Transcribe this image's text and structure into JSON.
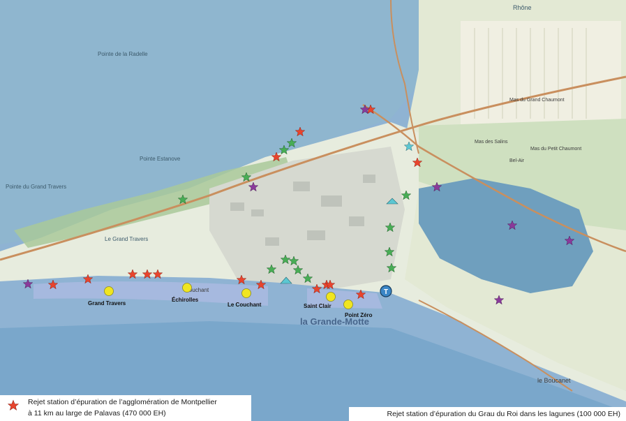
{
  "places": {
    "ponte_radelle": "Pointe de la Radelle",
    "pointe_estanove": "Pointe Estanove",
    "pointe_grand_travers": "Pointe du Grand Travers",
    "grand_travers_area": "Le Grand Travers",
    "rhone": "Rhône",
    "mas_grand_chaumont": "Mas du Grand Chaumont",
    "mas_petit_chaumont": "Mas du Petit Chaumont",
    "mas_salins": "Mas des Salins",
    "bel_air": "Bel-Air",
    "boucanet": "le Boucanet",
    "grande_motte": "la Grande-Motte",
    "couchant_map": "Couchant"
  },
  "beaches": [
    {
      "id": "grand-travers",
      "label": "Grand Travers"
    },
    {
      "id": "echirolles",
      "label": "Échirolles"
    },
    {
      "id": "le-couchant",
      "label": "Le Couchant"
    },
    {
      "id": "saint-clair",
      "label": "Saint Clair"
    },
    {
      "id": "point-zero",
      "label": "Point Zéro"
    }
  ],
  "legend": {
    "red_star_line1": "Rejet station d’épuration de l’agglomération de Montpellier",
    "red_star_line2": "à 11 km au large de Palavas (470 000 EH)",
    "right_caption": "Rejet station d’épuration du Grau du Roi dans les lagunes (100 000 EH)"
  },
  "colors": {
    "sea": "#8fb3d3",
    "lagoon": "#6f9fbe",
    "land": "#e7ecde",
    "green_land": "#a9c99a",
    "beach_zone": "#a9b9e0",
    "road": "#c98f5e",
    "red_star": "#e8442d",
    "green_star": "#48ad55",
    "purple_star": "#8a3a9b",
    "cyan_star": "#5cc7d2",
    "yellow_dot": "#f0e521"
  },
  "marker_icon": "T"
}
